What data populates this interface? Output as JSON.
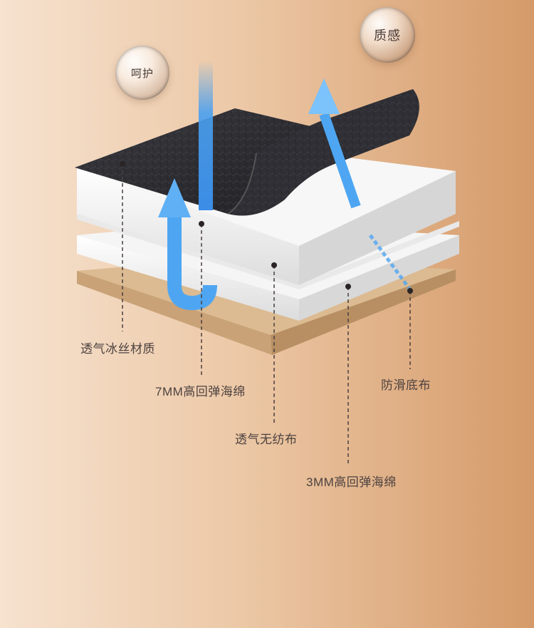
{
  "badges": {
    "protect": "呵护",
    "texture": "质感"
  },
  "layers": [
    {
      "label": "透气冰丝材质"
    },
    {
      "label": "7MM高回弹海绵"
    },
    {
      "label": "透气无纺布"
    },
    {
      "label": "防滑底布"
    },
    {
      "label": "3MM高回弹海绵"
    }
  ],
  "colors": {
    "leather": "#2b2b30",
    "foam": "#f4f4f4",
    "base_fabric": "#d8b68c",
    "arrow_blue": "#4da3f0"
  }
}
